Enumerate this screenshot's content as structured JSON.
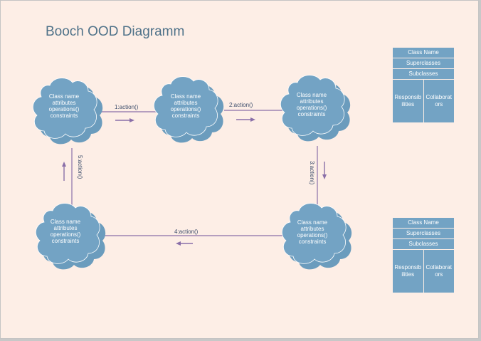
{
  "title": "Booch OOD Diagramm",
  "colors": {
    "background": "#fdeee6",
    "cloud_fill": "#73a3c4",
    "connector": "#8a6fa8",
    "title_text": "#4f7289",
    "label_text": "#3c4d6b"
  },
  "objects": [
    {
      "id": "obj-top-left",
      "lines": [
        "Class name",
        "attributes",
        "operations()",
        "constraints"
      ]
    },
    {
      "id": "obj-top-middle",
      "lines": [
        "Class name",
        "attributes",
        "operations()",
        "constraints"
      ]
    },
    {
      "id": "obj-top-right",
      "lines": [
        "Class name",
        "attributes",
        "operations()",
        "constraints"
      ]
    },
    {
      "id": "obj-bottom-right",
      "lines": [
        "Class name",
        "attributes",
        "operations()",
        "constraints"
      ]
    },
    {
      "id": "obj-bottom-left",
      "lines": [
        "Class name",
        "attributes",
        "operations()",
        "constraints"
      ]
    }
  ],
  "messages": [
    {
      "label": "1:action()",
      "from": "obj-top-left",
      "to": "obj-top-middle",
      "direction": "right"
    },
    {
      "label": "2:action()",
      "from": "obj-top-middle",
      "to": "obj-top-right",
      "direction": "right"
    },
    {
      "label": "3:action()",
      "from": "obj-top-right",
      "to": "obj-bottom-right",
      "direction": "down"
    },
    {
      "label": "4:action()",
      "from": "obj-bottom-right",
      "to": "obj-bottom-left",
      "direction": "left"
    },
    {
      "label": "5:action()",
      "from": "obj-bottom-left",
      "to": "obj-top-left",
      "direction": "up"
    }
  ],
  "crc_cards": [
    {
      "class_name": "Class Name",
      "superclasses": "Superclasses",
      "subclasses": "Subclasses",
      "responsibilities": "Responsibilities",
      "collaborators": "Collaborators"
    },
    {
      "class_name": "Class Name",
      "superclasses": "Superclasses",
      "subclasses": "Subclasses",
      "responsibilities": "Responsibilities",
      "collaborators": "Collaborators"
    }
  ]
}
